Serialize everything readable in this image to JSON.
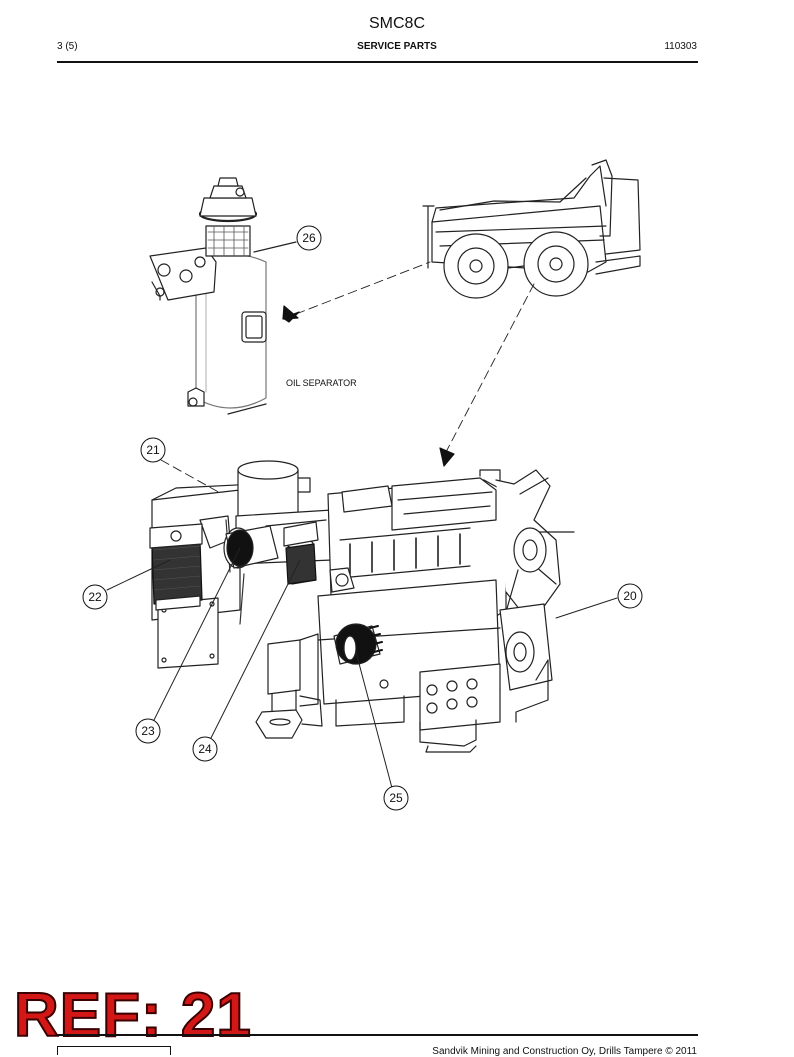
{
  "header": {
    "model": "SMC8C",
    "page": "3 (5)",
    "section": "SERVICE PARTS",
    "doc_number": "110303"
  },
  "figure": {
    "labels": {
      "oil_separator": "OIL SEPARATOR"
    },
    "callouts": [
      "26",
      "21",
      "22",
      "20",
      "23",
      "24",
      "25"
    ]
  },
  "stamp": {
    "text": "REF: 21"
  },
  "footer": {
    "copyright": "Sandvik Mining and Construction Oy, Drills Tampere © 2011"
  }
}
